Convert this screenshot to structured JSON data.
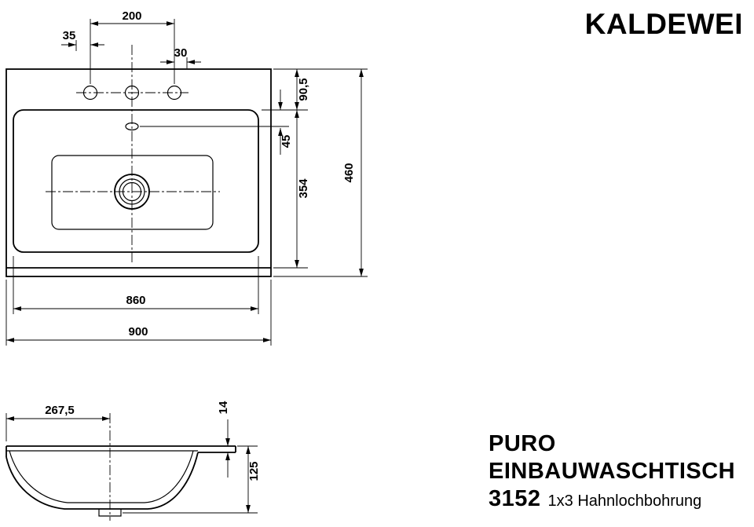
{
  "brand": {
    "logo": "KALDEWEI"
  },
  "product": {
    "series": "PURO",
    "type": "EINBAUWASCHTISCH",
    "model": "3152",
    "drilling": "1x3 Hahnlochbohrung"
  },
  "colors": {
    "ink": "#000000",
    "background": "#ffffff"
  },
  "top_view": {
    "dims": {
      "hole_spacing": "200",
      "hole_dia_left": "35",
      "hole_dia_right": "30",
      "rear_to_basin": "90,5",
      "basin_to_overflow": "45",
      "basin_depth": "354",
      "total_depth": "460",
      "basin_width": "860",
      "total_width": "900"
    }
  },
  "section_view": {
    "dims": {
      "drain_center": "267,5",
      "rim_thickness": "14",
      "bowl_depth": "125"
    }
  }
}
